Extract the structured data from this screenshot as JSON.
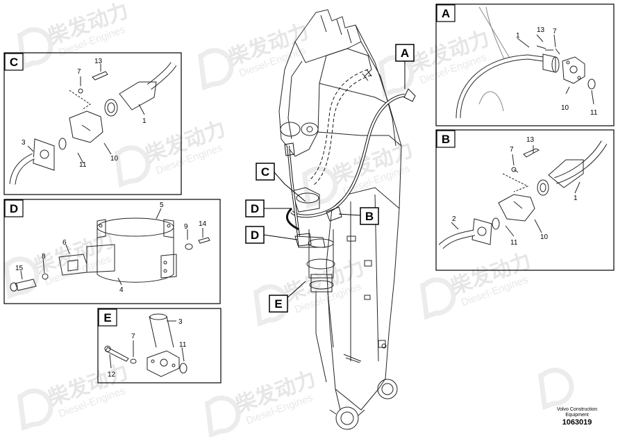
{
  "watermark": {
    "brand_cn": "柴发动力",
    "brand_en": "Diesel-Engines"
  },
  "callouts": [
    "A",
    "B",
    "C",
    "D",
    "D",
    "E"
  ],
  "panels": {
    "A": {
      "title": "A",
      "labels": [
        "1",
        "13",
        "7",
        "10",
        "11"
      ]
    },
    "B": {
      "title": "B",
      "labels": [
        "7",
        "13",
        "1",
        "2",
        "11",
        "10"
      ]
    },
    "C": {
      "title": "C",
      "labels": [
        "7",
        "13",
        "1",
        "3",
        "11",
        "10"
      ]
    },
    "D": {
      "title": "D",
      "labels": [
        "5",
        "6",
        "9",
        "14",
        "8",
        "15",
        "4"
      ]
    },
    "E": {
      "title": "E",
      "labels": [
        "3",
        "7",
        "11",
        "12"
      ]
    }
  },
  "footer": {
    "maker": "Volvo Construction",
    "maker_sub": "Equipment",
    "drawing_number": "1063019"
  }
}
